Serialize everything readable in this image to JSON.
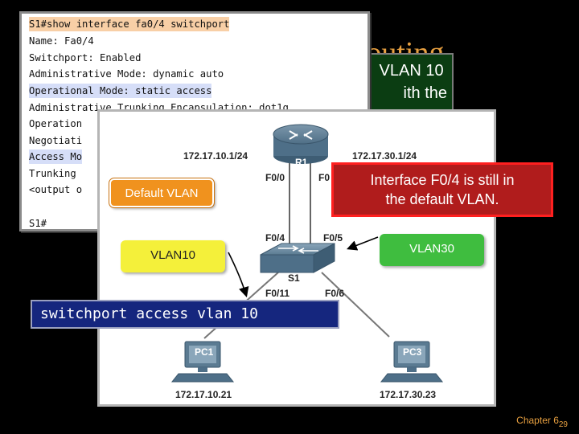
{
  "slide": {
    "title": "Routing",
    "note_lines": [
      "VLAN 10",
      "ith the"
    ],
    "footer_chapter": "Chapter 6",
    "footer_page": "29"
  },
  "terminal": {
    "lines": [
      "S1#show interface fa0/4 switchport",
      "Name: Fa0/4",
      "Switchport: Enabled",
      "Administrative Mode: dynamic auto",
      "Operational Mode: static access",
      "Administrative Trunking Encapsulation: dot1q",
      "Operation",
      "Negotiati",
      "Access Mo",
      "Trunking",
      "<output o",
      "",
      "S1#"
    ]
  },
  "diagram": {
    "router": {
      "name": "R1",
      "ip_left": "172.17.10.1/24",
      "ip_right": "172.17.30.1/24",
      "port_left": "F0/0",
      "port_right": "F0"
    },
    "switch": {
      "name": "S1",
      "port_left_top": "F0/4",
      "port_right_top": "F0/5",
      "port_left_bottom": "F0/11",
      "port_right_bottom": "F0/6"
    },
    "vlans": {
      "default": "Default VLAN",
      "vlan10": "VLAN10",
      "vlan30": "VLAN30"
    },
    "pcs": [
      {
        "name": "PC1",
        "ip": "172.17.10.21"
      },
      {
        "name": "PC3",
        "ip": "172.17.30.23"
      }
    ],
    "colors": {
      "default_vlan": "#f0921e",
      "vlan10": "#f4f03a",
      "vlan30": "#3fbd3f",
      "callout": "#b01c1c",
      "command": "#15267e"
    }
  },
  "callout": {
    "lines": [
      "Interface F0/4 is still in",
      "the default VLAN."
    ]
  },
  "command": {
    "text": "switchport access vlan 10"
  }
}
